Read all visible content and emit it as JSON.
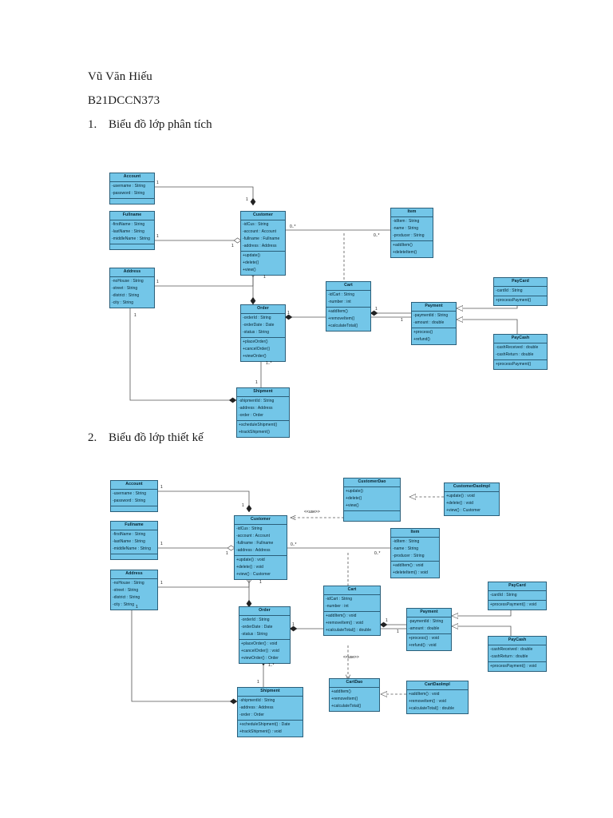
{
  "document": {
    "author": "Vũ Văn Hiếu",
    "student_id": "B21DCCN373",
    "section1_number": "1.",
    "section1_title": "Biểu đồ lớp phân tích",
    "section2_number": "2.",
    "section2_title": "Biểu đồ lớp thiết kế"
  },
  "style": {
    "class_fill": "#73C6E8",
    "class_border": "#2b5f7a",
    "line_color": "#555555",
    "page_background": "#ffffff"
  },
  "analysis_diagram": {
    "title": "Biểu đồ lớp phân tích",
    "classes": [
      {
        "id": "a-account",
        "name": "Account",
        "attributes": [
          "-username : String",
          "-password : String"
        ],
        "operations": []
      },
      {
        "id": "a-fullname",
        "name": "Fullname",
        "attributes": [
          "-firstName : String",
          "-lastName : String",
          "-middleName : String"
        ],
        "operations": []
      },
      {
        "id": "a-address",
        "name": "Address",
        "attributes": [
          "-noHouse : String",
          "-street : String",
          "-district : String",
          "-city : String"
        ],
        "operations": []
      },
      {
        "id": "a-customer",
        "name": "Customer",
        "attributes": [
          "-idCus : String",
          "-account : Account",
          "-fullname : Fullname",
          "-address : Address"
        ],
        "operations": [
          "+update()",
          "+delete()",
          "+view()"
        ]
      },
      {
        "id": "a-item",
        "name": "Item",
        "attributes": [
          "-idItem : String",
          "-name : String",
          "-producer : String"
        ],
        "operations": [
          "+addItem()",
          "+deleteItem()"
        ]
      },
      {
        "id": "a-cart",
        "name": "Cart",
        "attributes": [
          "-idCart : String",
          "-number : int"
        ],
        "operations": [
          "+addItem()",
          "+removeItem()",
          "+calculateTotal()"
        ]
      },
      {
        "id": "a-order",
        "name": "Order",
        "attributes": [
          "-orderId : String",
          "-orderDate : Date",
          "-status : String"
        ],
        "operations": [
          "+placeOrder()",
          "+cancelOrder()",
          "+viewOrder()"
        ]
      },
      {
        "id": "a-shipment",
        "name": "Shipment",
        "attributes": [
          "-shipmentId : String",
          "-address : Address",
          "-order : Order"
        ],
        "operations": [
          "+scheduleShipment()",
          "+trackShipment()"
        ]
      },
      {
        "id": "a-payment",
        "name": "Payment",
        "attributes": [
          "-paymentId : String",
          "-amount : double"
        ],
        "operations": [
          "+process()",
          "+refund()"
        ]
      },
      {
        "id": "a-paycard",
        "name": "PayCard",
        "attributes": [
          "-cardId : String"
        ],
        "operations": [
          "+processPayment()"
        ]
      },
      {
        "id": "a-paycash",
        "name": "PayCash",
        "attributes": [
          "-cashReceived : double",
          "-cashReturn : double"
        ],
        "operations": [
          "+processPayment()"
        ]
      }
    ],
    "multiplicities": [
      "1",
      "1",
      "1",
      "1",
      "1",
      "1",
      "0..*",
      "0..*",
      "1",
      "1",
      "1",
      "1",
      "1..*",
      "1",
      "1"
    ]
  },
  "design_diagram": {
    "title": "Biểu đồ lớp thiết kế",
    "classes": [
      {
        "id": "d-account",
        "name": "Account",
        "attributes": [
          "-username : String",
          "-password : String"
        ],
        "operations": []
      },
      {
        "id": "d-fullname",
        "name": "Fullname",
        "attributes": [
          "-firstName : String",
          "-lastName : String",
          "-middleName : String"
        ],
        "operations": []
      },
      {
        "id": "d-address",
        "name": "Address",
        "attributes": [
          "-noHouse : String",
          "-street : String",
          "-district : String",
          "-city : String"
        ],
        "operations": []
      },
      {
        "id": "d-customer",
        "name": "Customer",
        "attributes": [
          "-idCus : String",
          "-account : Account",
          "-fullname : Fullname",
          "-address : Address"
        ],
        "operations": [
          "+update() : void",
          "+delete() : void",
          "+view() : Customer"
        ]
      },
      {
        "id": "d-customerdao",
        "name": "CustomerDao",
        "attributes": [],
        "operations": [
          "+update()",
          "+delete()",
          "+view()"
        ]
      },
      {
        "id": "d-customerdaoimpl",
        "name": "CustomerDaoImpl",
        "attributes": [],
        "operations": [
          "+update() : void",
          "+delete() : void",
          "+view() : Customer"
        ]
      },
      {
        "id": "d-item",
        "name": "Item",
        "attributes": [
          "-idItem : String",
          "-name : String",
          "-producer : String"
        ],
        "operations": [
          "+addItem() : void",
          "+deleteItem() : void"
        ]
      },
      {
        "id": "d-cart",
        "name": "Cart",
        "attributes": [
          "-idCart : String",
          "-number : int"
        ],
        "operations": [
          "+addItem() : void",
          "+removeItem() : void",
          "+calculateTotal() : double"
        ]
      },
      {
        "id": "d-cartdao",
        "name": "CartDao",
        "attributes": [],
        "operations": [
          "+addItem()",
          "+removeItem()",
          "+calculateTotal()"
        ]
      },
      {
        "id": "d-cartdaoimpl",
        "name": "CartDaoImpl",
        "attributes": [],
        "operations": [
          "+addItem() : void",
          "+removeItem() : void",
          "+calculateTotal() : double"
        ]
      },
      {
        "id": "d-order",
        "name": "Order",
        "attributes": [
          "-orderId : String",
          "-orderDate : Date",
          "-status : String"
        ],
        "operations": [
          "+placeOrder() : void",
          "+cancelOrder() : void",
          "+viewOrder() : Order"
        ]
      },
      {
        "id": "d-shipment",
        "name": "Shipment",
        "attributes": [
          "-shipmentId : String",
          "-address : Address",
          "-order : Order"
        ],
        "operations": [
          "+scheduleShipment() : Date",
          "+trackShipment() : void"
        ]
      },
      {
        "id": "d-payment",
        "name": "Payment",
        "attributes": [
          "-paymentId : String",
          "-amount : double"
        ],
        "operations": [
          "+process() : void",
          "+refund() : void"
        ]
      },
      {
        "id": "d-paycard",
        "name": "PayCard",
        "attributes": [
          "-cardId : String"
        ],
        "operations": [
          "+processPayment() : void"
        ]
      },
      {
        "id": "d-paycash",
        "name": "PayCash",
        "attributes": [
          "-cashReceived : double",
          "-cashReturn : double"
        ],
        "operations": [
          "+processPayment() : void"
        ]
      }
    ],
    "stereotypes": [
      "<<use>>",
      "<<use>>"
    ],
    "multiplicities": [
      "1",
      "1",
      "1",
      "1",
      "1",
      "1",
      "0..*",
      "0..*",
      "1",
      "1",
      "1",
      "1",
      "1..*",
      "1",
      "1"
    ]
  }
}
